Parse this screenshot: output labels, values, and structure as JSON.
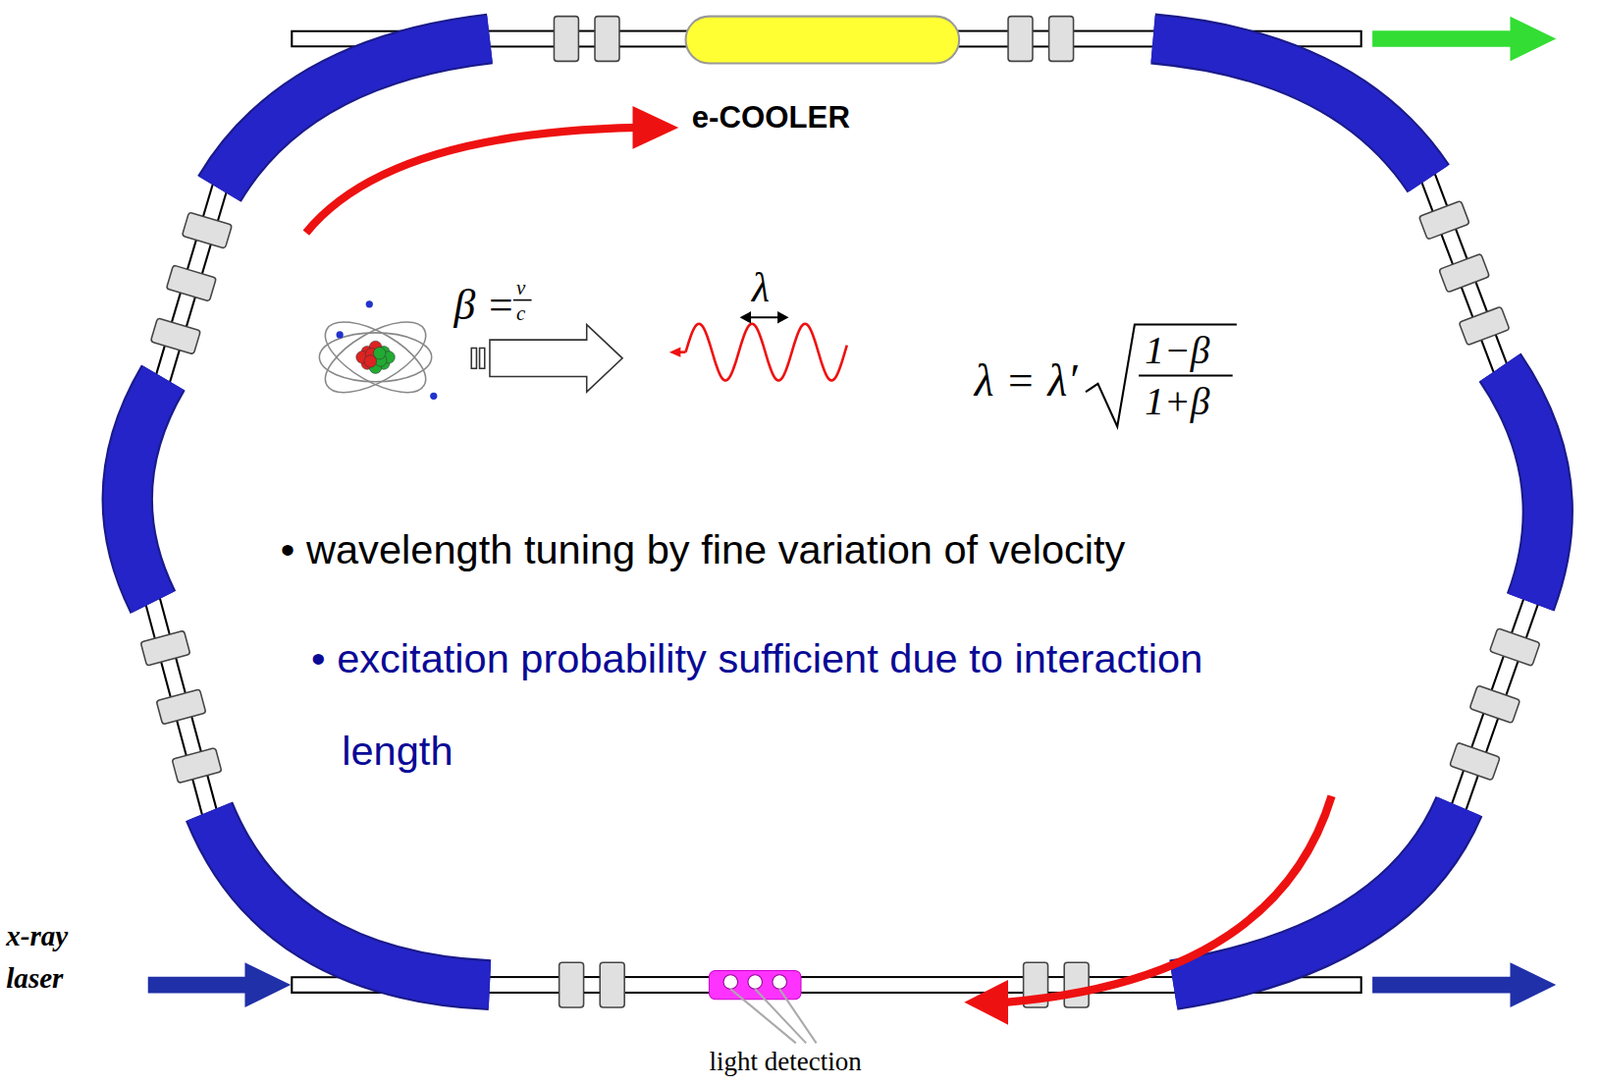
{
  "diagram": {
    "labels": [
      "e-COOLER",
      "β =",
      "v",
      "c",
      "λ",
      "λ =",
      "λ′",
      "1−β",
      "1+β",
      "• wavelength tuning by fine variation of velocity",
      "• excitation probability sufficient due to interaction length",
      "x-ray laser",
      "light detection"
    ]
  }
}
